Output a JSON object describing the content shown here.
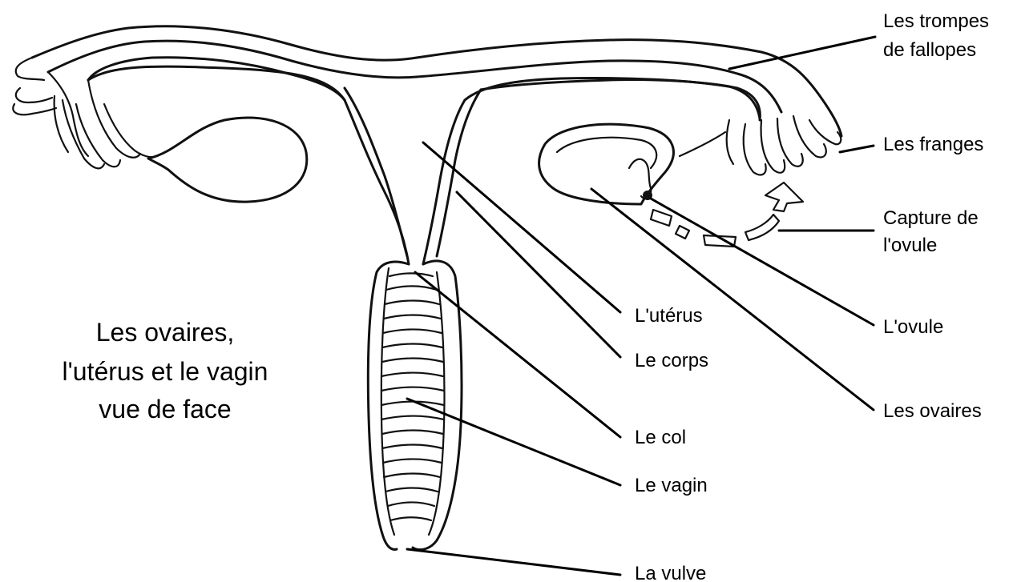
{
  "title": {
    "line1": "Les ovaires,",
    "line2": "l'utérus et le vagin",
    "line3": "vue de face"
  },
  "labels": {
    "trompes_line1": "Les trompes",
    "trompes_line2": "de fallopes",
    "franges": "Les franges",
    "capture_line1": "Capture de",
    "capture_line2": "l'ovule",
    "ovule": "L'ovule",
    "ovaires": "Les ovaires",
    "uterus": "L'utérus",
    "corps": "Le corps",
    "col": "Le col",
    "vagin": "Le vagin",
    "vulve": "La vulve"
  }
}
